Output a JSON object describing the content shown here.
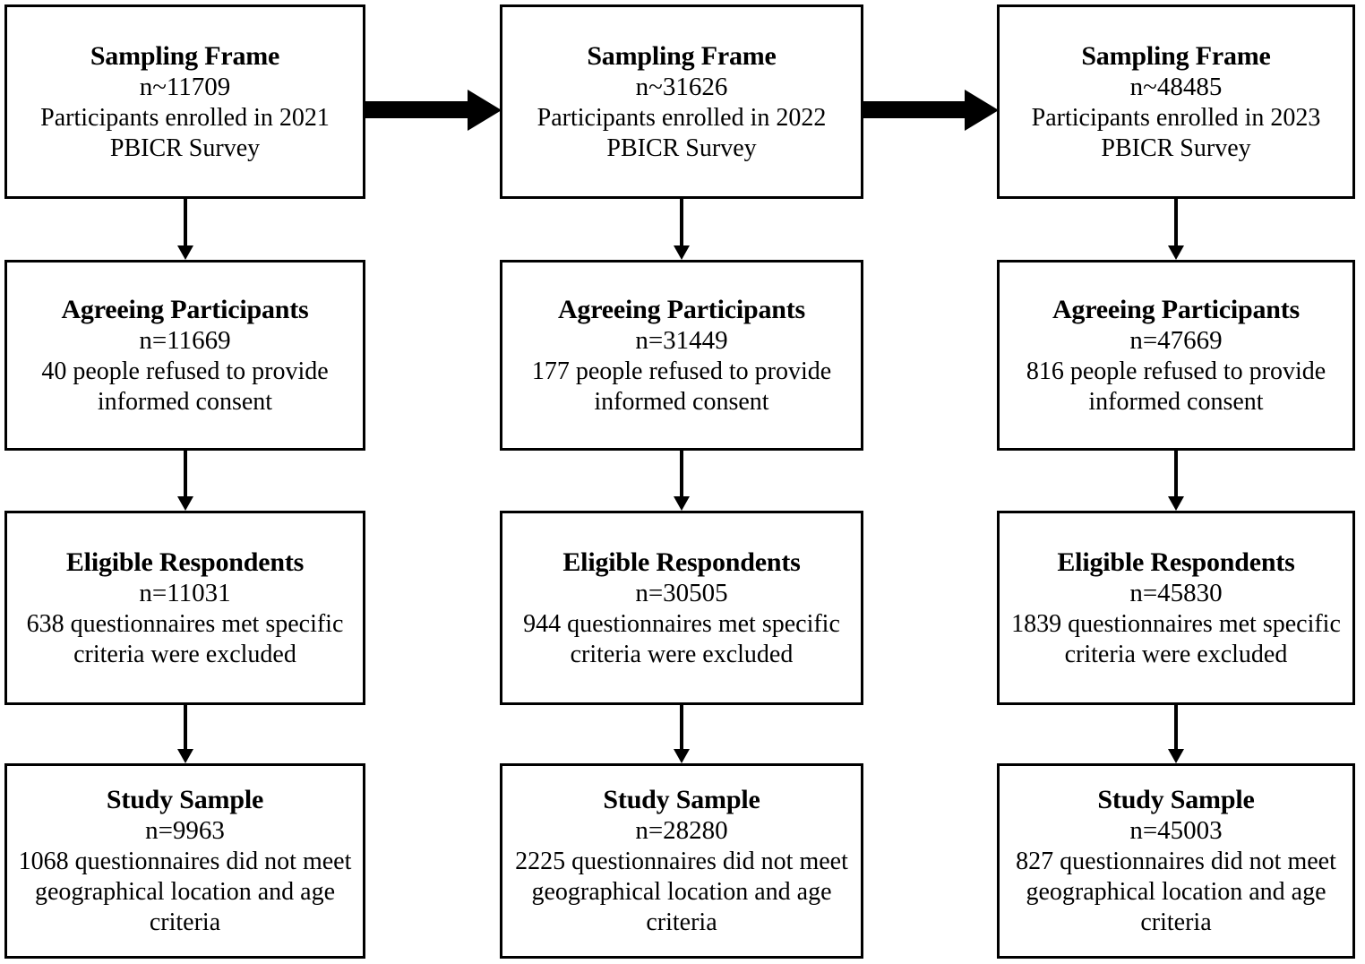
{
  "diagram": {
    "type": "participant-flow-chart",
    "columns": [
      {
        "year": "2021",
        "nodes": [
          {
            "title": "Sampling Frame",
            "count": "n~11709",
            "note": "Participants enrolled in 2021 PBICR Survey"
          },
          {
            "title": "Agreeing Participants",
            "count": "n=11669",
            "note": "40 people refused to provide informed consent"
          },
          {
            "title": "Eligible Respondents",
            "count": "n=11031",
            "note": "638 questionnaires met specific criteria were excluded"
          },
          {
            "title": "Study Sample",
            "count": "n=9963",
            "note": "1068 questionnaires did not meet geographical location and age criteria"
          }
        ]
      },
      {
        "year": "2022",
        "nodes": [
          {
            "title": "Sampling Frame",
            "count": "n~31626",
            "note": "Participants enrolled in 2022 PBICR Survey"
          },
          {
            "title": "Agreeing Participants",
            "count": "n=31449",
            "note": "177 people refused to provide informed consent"
          },
          {
            "title": "Eligible Respondents",
            "count": "n=30505",
            "note": "944 questionnaires met specific criteria were excluded"
          },
          {
            "title": "Study Sample",
            "count": "n=28280",
            "note": "2225 questionnaires did not meet geographical location and age criteria"
          }
        ]
      },
      {
        "year": "2023",
        "nodes": [
          {
            "title": "Sampling Frame",
            "count": "n~48485",
            "note": "Participants enrolled in 2023 PBICR Survey"
          },
          {
            "title": "Agreeing Participants",
            "count": "n=47669",
            "note": "816 people refused to provide informed consent"
          },
          {
            "title": "Eligible Respondents",
            "count": "n=45830",
            "note": "1839 questionnaires met specific criteria were excluded"
          },
          {
            "title": "Study Sample",
            "count": "n=45003",
            "note": "827 questionnaires did not meet geographical location and age criteria"
          }
        ]
      }
    ],
    "connectors": {
      "vertical": "down-arrow",
      "horizontal": "right-arrow"
    },
    "colors": {
      "stroke": "#000000",
      "background": "#ffffff",
      "text": "#000000"
    }
  }
}
